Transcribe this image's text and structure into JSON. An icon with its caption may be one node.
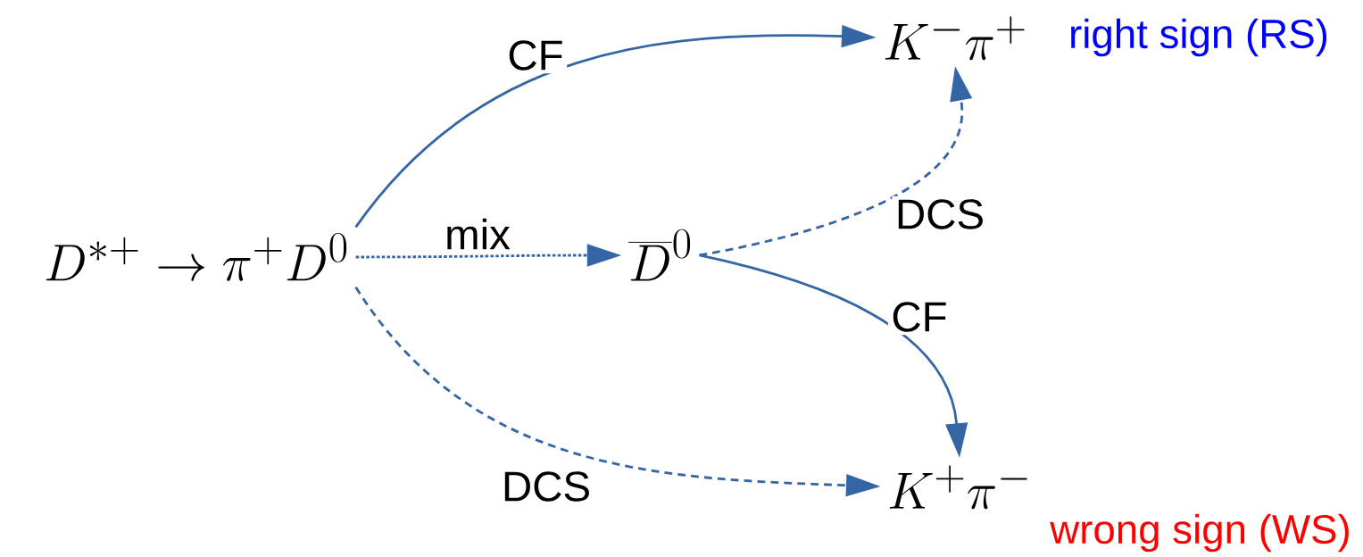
{
  "diagram": {
    "nodes": [
      {
        "text": [
          "D^{*+} \\to \\pi^{+} D^{0}"
        ]
      },
      {
        "text": [
          "\\overline{D}^{0}"
        ]
      },
      {
        "text": [
          "K^{-} \\pi^{+}"
        ],
        "beside": [
          "right sign (RS)"
        ]
      },
      {
        "text": [
          "K^{+} \\pi^{-}"
        ],
        "beside": [
          "wrong sign (WS)"
        ]
      }
    ],
    "edges": [
      {
        "from": 0,
        "to": 2,
        "arrow": "to",
        "label": "CF"
      },
      {
        "from": 0,
        "to": 1,
        "arrow": "to",
        "label": "mix",
        "style": "dashed"
      },
      {
        "from": 1,
        "to": 2,
        "arrow": "to",
        "label": "DCS",
        "style": "dashed"
      },
      {
        "from": 1,
        "to": 3,
        "arrow": "to",
        "label": "CF"
      },
      {
        "from": 0,
        "to": 3,
        "arrow": "to",
        "label": "DCS",
        "style": "dashed"
      }
    ]
  }
}
